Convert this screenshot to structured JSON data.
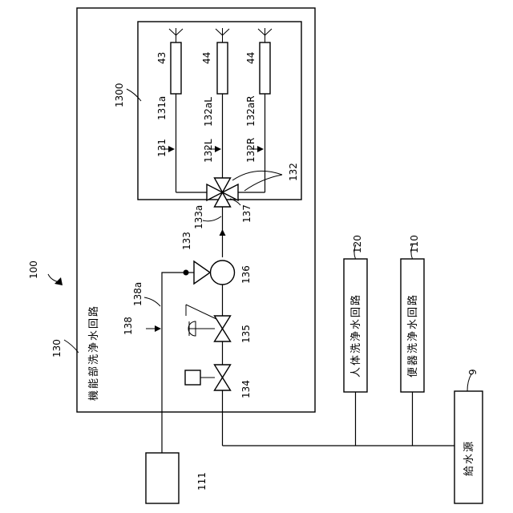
{
  "labels": {
    "system": "100",
    "functional_unit_circuit": "130",
    "nozzle_unit": "1300",
    "body_wash_circuit": "120",
    "bowl_wash_circuit": "110",
    "water_source_ref": "9",
    "device_111": "111",
    "nozzle_43": "43",
    "nozzle_44_center": "44",
    "nozzle_44_right": "44",
    "path_131a": "131a",
    "path_132aL": "132aL",
    "path_132aR": "132aR",
    "path_131": "131",
    "path_132L": "132L",
    "path_132R": "132R",
    "path_132": "132",
    "switch_valve_137": "137",
    "path_133a": "133a",
    "path_133": "133",
    "check_valve_136": "136",
    "path_138a": "138a",
    "path_138": "138",
    "valve_135": "135",
    "valve_134": "134"
  },
  "box_text": {
    "functional_unit": [
      "機",
      "能",
      "部",
      "洗",
      "浄",
      "水",
      "回",
      "路"
    ],
    "body_wash": [
      "人",
      "体",
      "洗",
      "浄",
      "水",
      "回",
      "路"
    ],
    "bowl_wash": [
      "便",
      "器",
      "洗",
      "浄",
      "水",
      "回",
      "路"
    ],
    "water_source": [
      "給",
      "水",
      "源"
    ]
  }
}
